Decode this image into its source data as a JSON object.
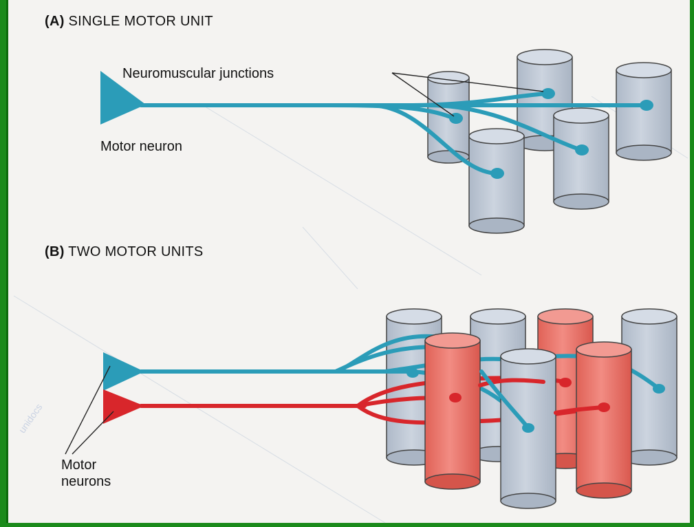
{
  "panel_a": {
    "title_prefix": "(A)",
    "title_text": "SINGLE MOTOR UNIT",
    "junctions_label": "Neuromuscular junctions",
    "neuron_label": "Motor neuron"
  },
  "panel_b": {
    "title_prefix": "(B)",
    "title_text": "TWO MOTOR UNITS",
    "neurons_label_line1": "Motor",
    "neurons_label_line2": "neurons"
  },
  "colors": {
    "background": "#f4f3f1",
    "frame_green": "#1a8a1a",
    "axon_blue": "#2b9cb8",
    "axon_red": "#d8262b",
    "fiber_gray": "#c3ccd8",
    "fiber_red": "#ec7a72"
  },
  "watermark": "unidocs"
}
